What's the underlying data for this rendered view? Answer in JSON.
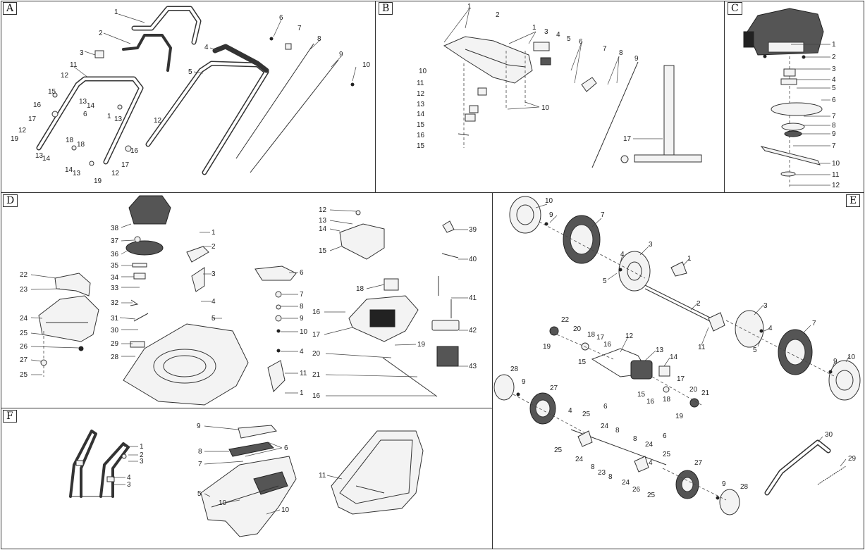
{
  "panels": [
    {
      "id": "A",
      "label": "A",
      "callouts": [
        "1",
        "2",
        "3",
        "4",
        "5",
        "6",
        "7",
        "8",
        "9",
        "10",
        "11",
        "12",
        "15",
        "13",
        "14",
        "6",
        "1",
        "13",
        "12",
        "16",
        "17",
        "18",
        "12",
        "19",
        "13",
        "14",
        "18",
        "16",
        "17",
        "14",
        "13",
        "12",
        "19"
      ]
    },
    {
      "id": "B",
      "label": "B",
      "callouts": [
        "1",
        "2",
        "1",
        "3",
        "4",
        "5",
        "6",
        "7",
        "8",
        "9",
        "10",
        "11",
        "12",
        "13",
        "14",
        "15",
        "16",
        "15",
        "10",
        "17"
      ]
    },
    {
      "id": "C",
      "label": "C",
      "callouts": [
        "1",
        "2",
        "3",
        "4",
        "5",
        "6",
        "7",
        "8",
        "9",
        "7",
        "10",
        "11",
        "12"
      ]
    },
    {
      "id": "D",
      "label": "D",
      "callouts": [
        "38",
        "37",
        "36",
        "35",
        "34",
        "33",
        "32",
        "31",
        "30",
        "29",
        "28",
        "22",
        "23",
        "24",
        "25",
        "26",
        "27",
        "25",
        "1",
        "2",
        "3",
        "4",
        "5",
        "6",
        "7",
        "8",
        "9",
        "10",
        "4",
        "11",
        "1",
        "12",
        "13",
        "14",
        "15",
        "16",
        "17",
        "18",
        "19",
        "20",
        "21",
        "16",
        "39",
        "40",
        "41",
        "42",
        "43"
      ]
    },
    {
      "id": "E",
      "label": "E",
      "callouts": [
        "10",
        "9",
        "7",
        "4",
        "3",
        "5",
        "1",
        "2",
        "11",
        "3",
        "4",
        "5",
        "7",
        "9",
        "10",
        "22",
        "20",
        "18",
        "17",
        "16",
        "19",
        "15",
        "12",
        "13",
        "14",
        "17",
        "15",
        "16",
        "18",
        "20",
        "21",
        "19",
        "28",
        "9",
        "27",
        "4",
        "6",
        "25",
        "24",
        "8",
        "25",
        "24",
        "8",
        "23",
        "8",
        "24",
        "26",
        "25",
        "9",
        "6",
        "4",
        "25",
        "27",
        "9",
        "28",
        "30",
        "29"
      ]
    },
    {
      "id": "F",
      "label": "F",
      "callouts": [
        "1",
        "2",
        "3",
        "4",
        "3",
        "9",
        "8",
        "7",
        "6",
        "5",
        "10",
        "10",
        "11"
      ]
    }
  ],
  "icons": {
    "arrow": "leader-line"
  }
}
